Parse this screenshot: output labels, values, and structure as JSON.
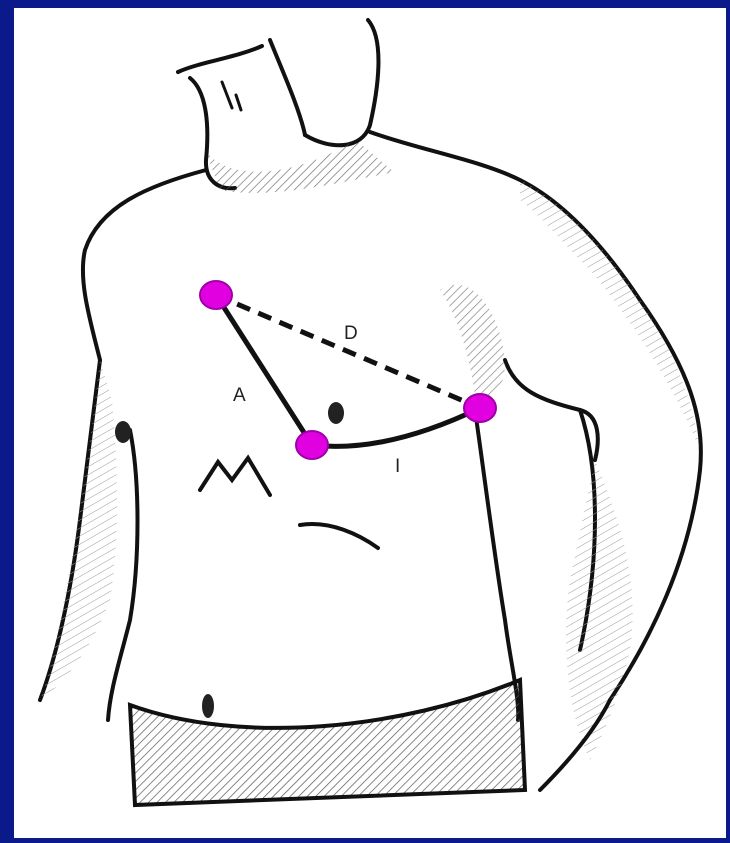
{
  "colors": {
    "frame": "#0b1a8a",
    "panel": "#ffffff",
    "electrode": "#e000e0",
    "outline": "#111111"
  },
  "electrodes": [
    {
      "id": "upper-right",
      "label": ""
    },
    {
      "id": "lower-center",
      "label": ""
    },
    {
      "id": "left-lateral",
      "label": ""
    }
  ],
  "leads": [
    {
      "id": "A",
      "label": "A",
      "style": "solid"
    },
    {
      "id": "D",
      "label": "D",
      "style": "dashed"
    },
    {
      "id": "I",
      "label": "I",
      "style": "solid"
    }
  ]
}
